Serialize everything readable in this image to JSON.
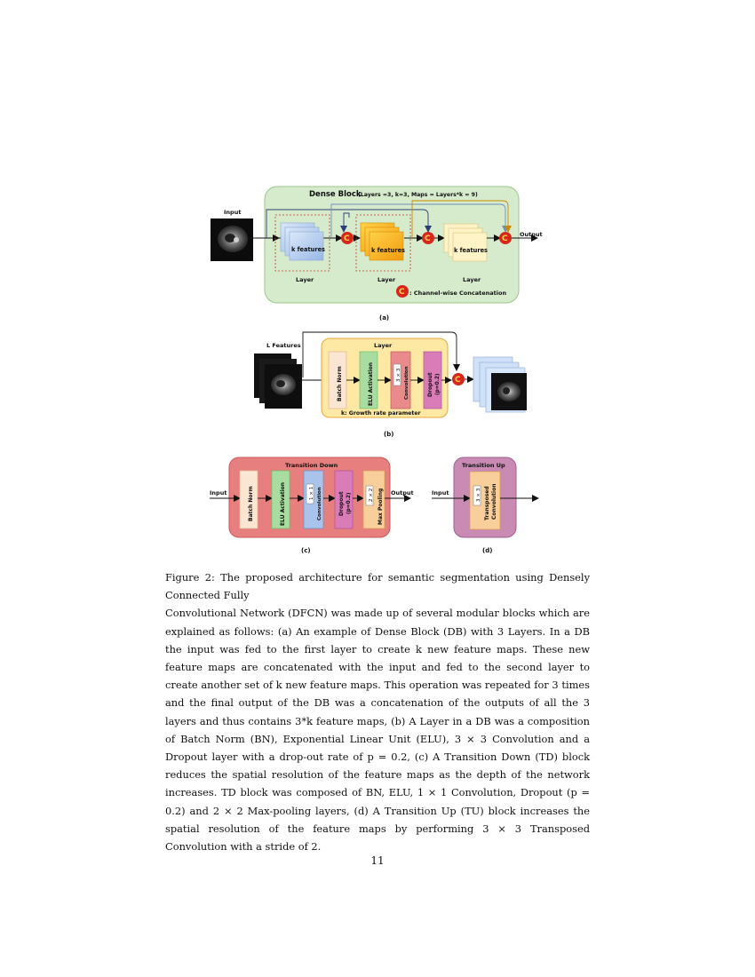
{
  "figure": {
    "panel_a": {
      "title": "Dense Block",
      "title_params": "(Layers =3, k=3, Maps = Layers*k = 9)",
      "input_label": "Input",
      "output_label": "Output",
      "feature_label": "k features",
      "layer_label": "Layer",
      "concat_symbol": "C",
      "legend_text": ": Channel-wise Concatenation",
      "panel_label": "(a)"
    },
    "panel_b": {
      "input_label": "L Features",
      "box_title": "Layer",
      "ops": [
        "Batch Norm",
        "ELU Activation",
        "3 × 3",
        "Convolution",
        "Dropout",
        "(p=0.2)"
      ],
      "footer": "k: Growth rate parameter",
      "concat_symbol": "C",
      "panel_label": "(b)"
    },
    "panel_c": {
      "title": "Transition Down",
      "input_label": "Input",
      "output_label": "Output",
      "ops": [
        "Batch Norm",
        "ELU Activation",
        "1 × 1",
        "Convolution",
        "Dropout",
        "(p=0.2)",
        "2 × 2",
        "Max Pooling"
      ],
      "panel_label": "(c)"
    },
    "panel_d": {
      "title": "Transition Up",
      "input_label": "Input",
      "ops": [
        "3 × 3",
        "Transposed",
        "Convolution"
      ],
      "panel_label": "(d)"
    },
    "colors": {
      "dense_bg": "#d6ebcc",
      "layer_bg": "#fde9a4",
      "td_bg": "#e77f7e",
      "tu_bg": "#c98ab4",
      "concat": "#d9261c",
      "blue": "#b7cfef",
      "orange": "#f7b21b",
      "cream": "#fff3c8"
    }
  },
  "caption": {
    "line1": "Figure 2: The proposed architecture for semantic segmentation using Densely Connected Fully",
    "rest": "Convolutional Network (DFCN) was made up of several modular blocks which are explained as follows: (a) An example of Dense Block (DB) with 3 Layers. In a DB the input was fed to the first layer to create k new feature maps. These new feature maps are concatenated with the input and fed to the second layer to create another set of k new feature maps. This operation was repeated for 3 times and the final output of the DB was a concatenation of the outputs of all the 3 layers and thus contains 3*k feature maps, (b) A Layer in a DB was a composition of Batch Norm (BN), Exponential Linear Unit (ELU), 3 × 3 Convolution and a Dropout layer with a drop-out rate of p = 0.2, (c) A Transition Down (TD) block reduces the spatial resolution of the feature maps as the depth of the network increases. TD block was composed of BN, ELU, 1 × 1 Convolution, Dropout (p = 0.2) and 2 × 2 Max-pooling layers, (d) A Transition Up (TU) block increases the spatial resolution of the feature maps by performing 3 × 3 Transposed Convolution with a stride of 2."
  },
  "page_number": "11"
}
